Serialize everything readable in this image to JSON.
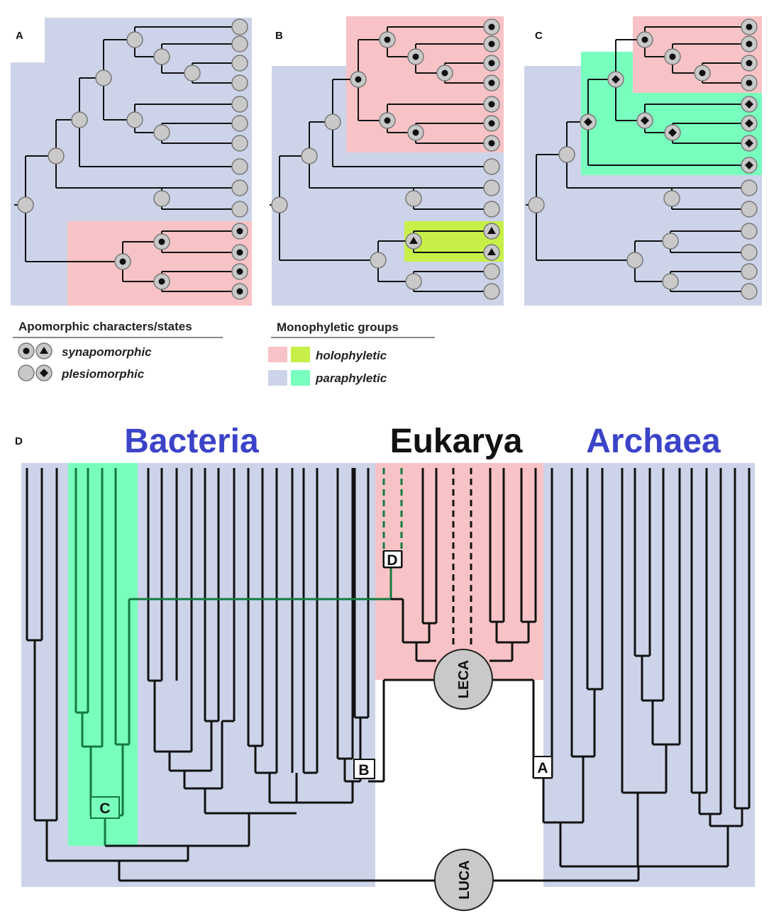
{
  "panels": {
    "a": "A",
    "b": "B",
    "c": "C",
    "d": "D"
  },
  "legend": {
    "apomorphic_header": "Apomorphic characters/states",
    "synapomorphic": "synapomorphic",
    "plesiomorphic": "plesiomorphic",
    "monophyletic_header": "Monophyletic groups",
    "holophyletic": "holophyletic",
    "paraphyletic": "paraphyletic"
  },
  "tree_of_life": {
    "bacteria": "Bacteria",
    "eukarya": "Eukarya",
    "archaea": "Archaea",
    "leca": "LECA",
    "luca": "LUCA",
    "node_a": "A",
    "node_b": "B",
    "node_c": "C",
    "node_d": "D"
  },
  "colors": {
    "paraphyletic_blue": "#cdd4e9",
    "holophyletic_pink": "#f8c3c6",
    "holophyletic_lime": "#c6f048",
    "paraphyletic_green": "#78ffbe",
    "domain_blue": "#3b43c8",
    "node_gray": "#c9c9c9",
    "branch_green": "#137a3c"
  }
}
